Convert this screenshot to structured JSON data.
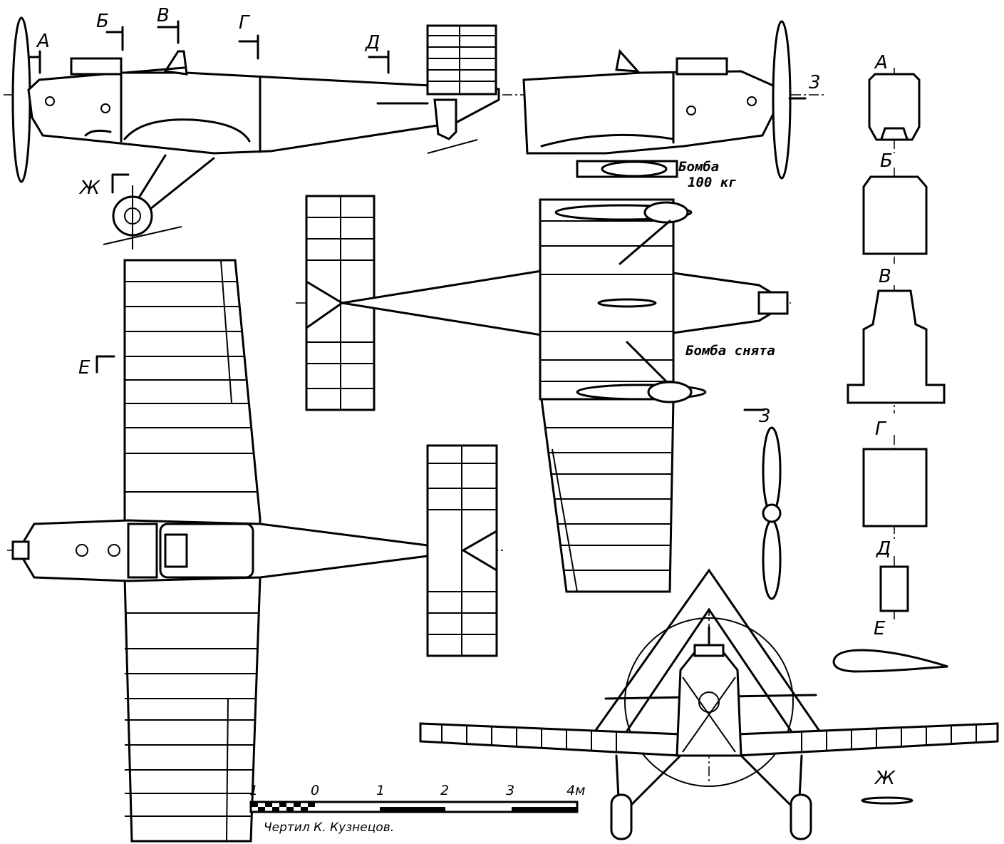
{
  "section_markers": {
    "a": "А",
    "b": "Б",
    "v": "В",
    "g": "Г",
    "d": "Д",
    "zh": "Ж",
    "e": "Е",
    "z": "3"
  },
  "notes": {
    "bomb_line1": "Бомба",
    "bomb_line2": "100 кг",
    "bomb_removed": "Бомба снята"
  },
  "sections": {
    "a": "А",
    "b": "Б",
    "v": "В",
    "g": "Г",
    "d": "Д",
    "e": "Е",
    "zh": "Ж"
  },
  "scale": {
    "ticks": [
      "1",
      "0",
      "1",
      "2",
      "3",
      "4м"
    ]
  },
  "credit": "Чертил  К. Кузнецов."
}
